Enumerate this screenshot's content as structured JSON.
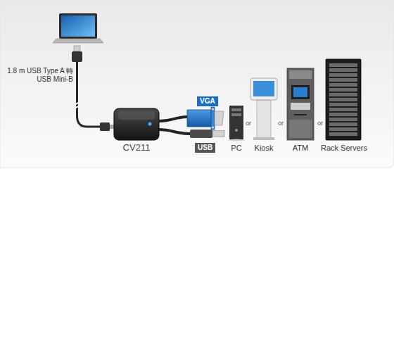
{
  "diagram": {
    "nodes": [
      {
        "text": [
          "VGA"
        ]
      },
      {
        "text": [
          "USB"
        ]
      }
    ],
    "labels": [
      "1.8 m USB Type A 轉 USB Mini-B",
      "CV211",
      "PC",
      "or",
      "Kiosk",
      "or",
      "ATM",
      "or",
      "Rack Servers"
    ]
  }
}
